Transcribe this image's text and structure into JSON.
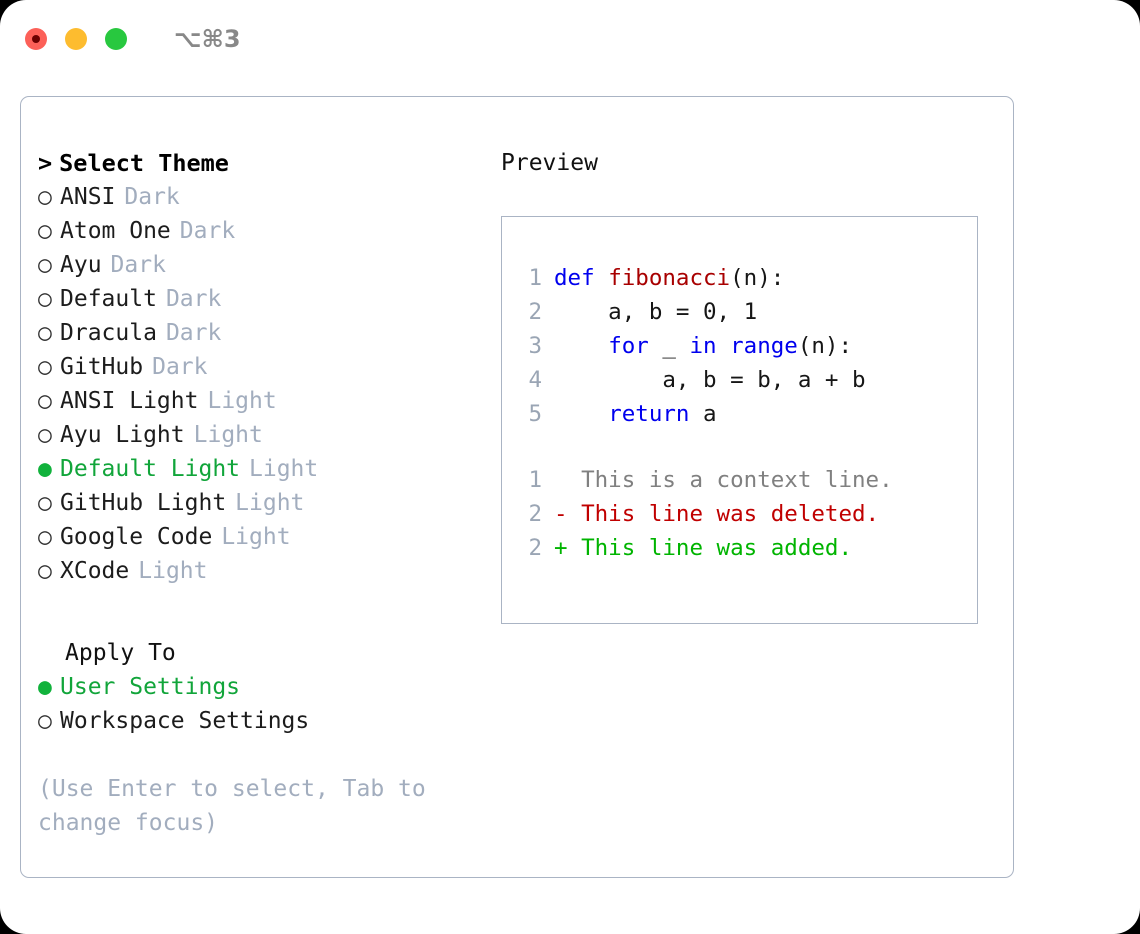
{
  "titlebar": {
    "shortcut": "⌥⌘3",
    "lights": [
      "close-red",
      "minimize-yellow",
      "maximize-green"
    ]
  },
  "theme_picker": {
    "heading": "Select Theme",
    "caret": ">",
    "bullet_selected": "●",
    "bullet_unselected": "○",
    "items": [
      {
        "name": "ANSI",
        "tag": "Dark",
        "selected": false
      },
      {
        "name": "Atom One",
        "tag": "Dark",
        "selected": false
      },
      {
        "name": "Ayu",
        "tag": "Dark",
        "selected": false
      },
      {
        "name": "Default",
        "tag": "Dark",
        "selected": false
      },
      {
        "name": "Dracula",
        "tag": "Dark",
        "selected": false
      },
      {
        "name": "GitHub",
        "tag": "Dark",
        "selected": false
      },
      {
        "name": "ANSI Light",
        "tag": "Light",
        "selected": false
      },
      {
        "name": "Ayu Light",
        "tag": "Light",
        "selected": false
      },
      {
        "name": "Default Light",
        "tag": "Light",
        "selected": true
      },
      {
        "name": "GitHub Light",
        "tag": "Light",
        "selected": false
      },
      {
        "name": "Google Code",
        "tag": "Light",
        "selected": false
      },
      {
        "name": "XCode",
        "tag": "Light",
        "selected": false
      }
    ]
  },
  "apply_to": {
    "heading": "Apply To",
    "options": [
      {
        "label": "User Settings",
        "selected": true
      },
      {
        "label": "Workspace Settings",
        "selected": false
      }
    ]
  },
  "hint": "(Use Enter to select, Tab to change focus)",
  "preview": {
    "title": "Preview",
    "code_lines": [
      {
        "num": "1",
        "tokens": [
          {
            "t": "def ",
            "c": "kw"
          },
          {
            "t": "fibonacci",
            "c": "fn"
          },
          {
            "t": "(n):",
            "c": "pl"
          }
        ]
      },
      {
        "num": "2",
        "tokens": [
          {
            "t": "    a, b = 0, 1",
            "c": "pl"
          }
        ]
      },
      {
        "num": "3",
        "tokens": [
          {
            "t": "    ",
            "c": "pl"
          },
          {
            "t": "for",
            "c": "kw"
          },
          {
            "t": " _ ",
            "c": "pl"
          },
          {
            "t": "in",
            "c": "kw"
          },
          {
            "t": " ",
            "c": "pl"
          },
          {
            "t": "range",
            "c": "kw"
          },
          {
            "t": "(n):",
            "c": "pl"
          }
        ]
      },
      {
        "num": "4",
        "tokens": [
          {
            "t": "        a, b = b, a + b",
            "c": "pl"
          }
        ]
      },
      {
        "num": "5",
        "tokens": [
          {
            "t": "    ",
            "c": "pl"
          },
          {
            "t": "return",
            "c": "kw"
          },
          {
            "t": " a",
            "c": "pl"
          }
        ]
      }
    ],
    "diff_lines": [
      {
        "num": "1",
        "marker": " ",
        "text": " This is a context line.",
        "kind": "ctx"
      },
      {
        "num": "2",
        "marker": "-",
        "text": " This line was deleted.",
        "kind": "del"
      },
      {
        "num": "2",
        "marker": "+",
        "text": " This line was added.",
        "kind": "add"
      }
    ]
  },
  "colors": {
    "accent_green": "#11a53a",
    "muted": "#a2adbe",
    "border": "#aab4c4",
    "keyword": "#0000ee",
    "function": "#a80000",
    "diff_deleted": "#c00000",
    "diff_added": "#00b400",
    "line_number": "#9aa5b4"
  }
}
